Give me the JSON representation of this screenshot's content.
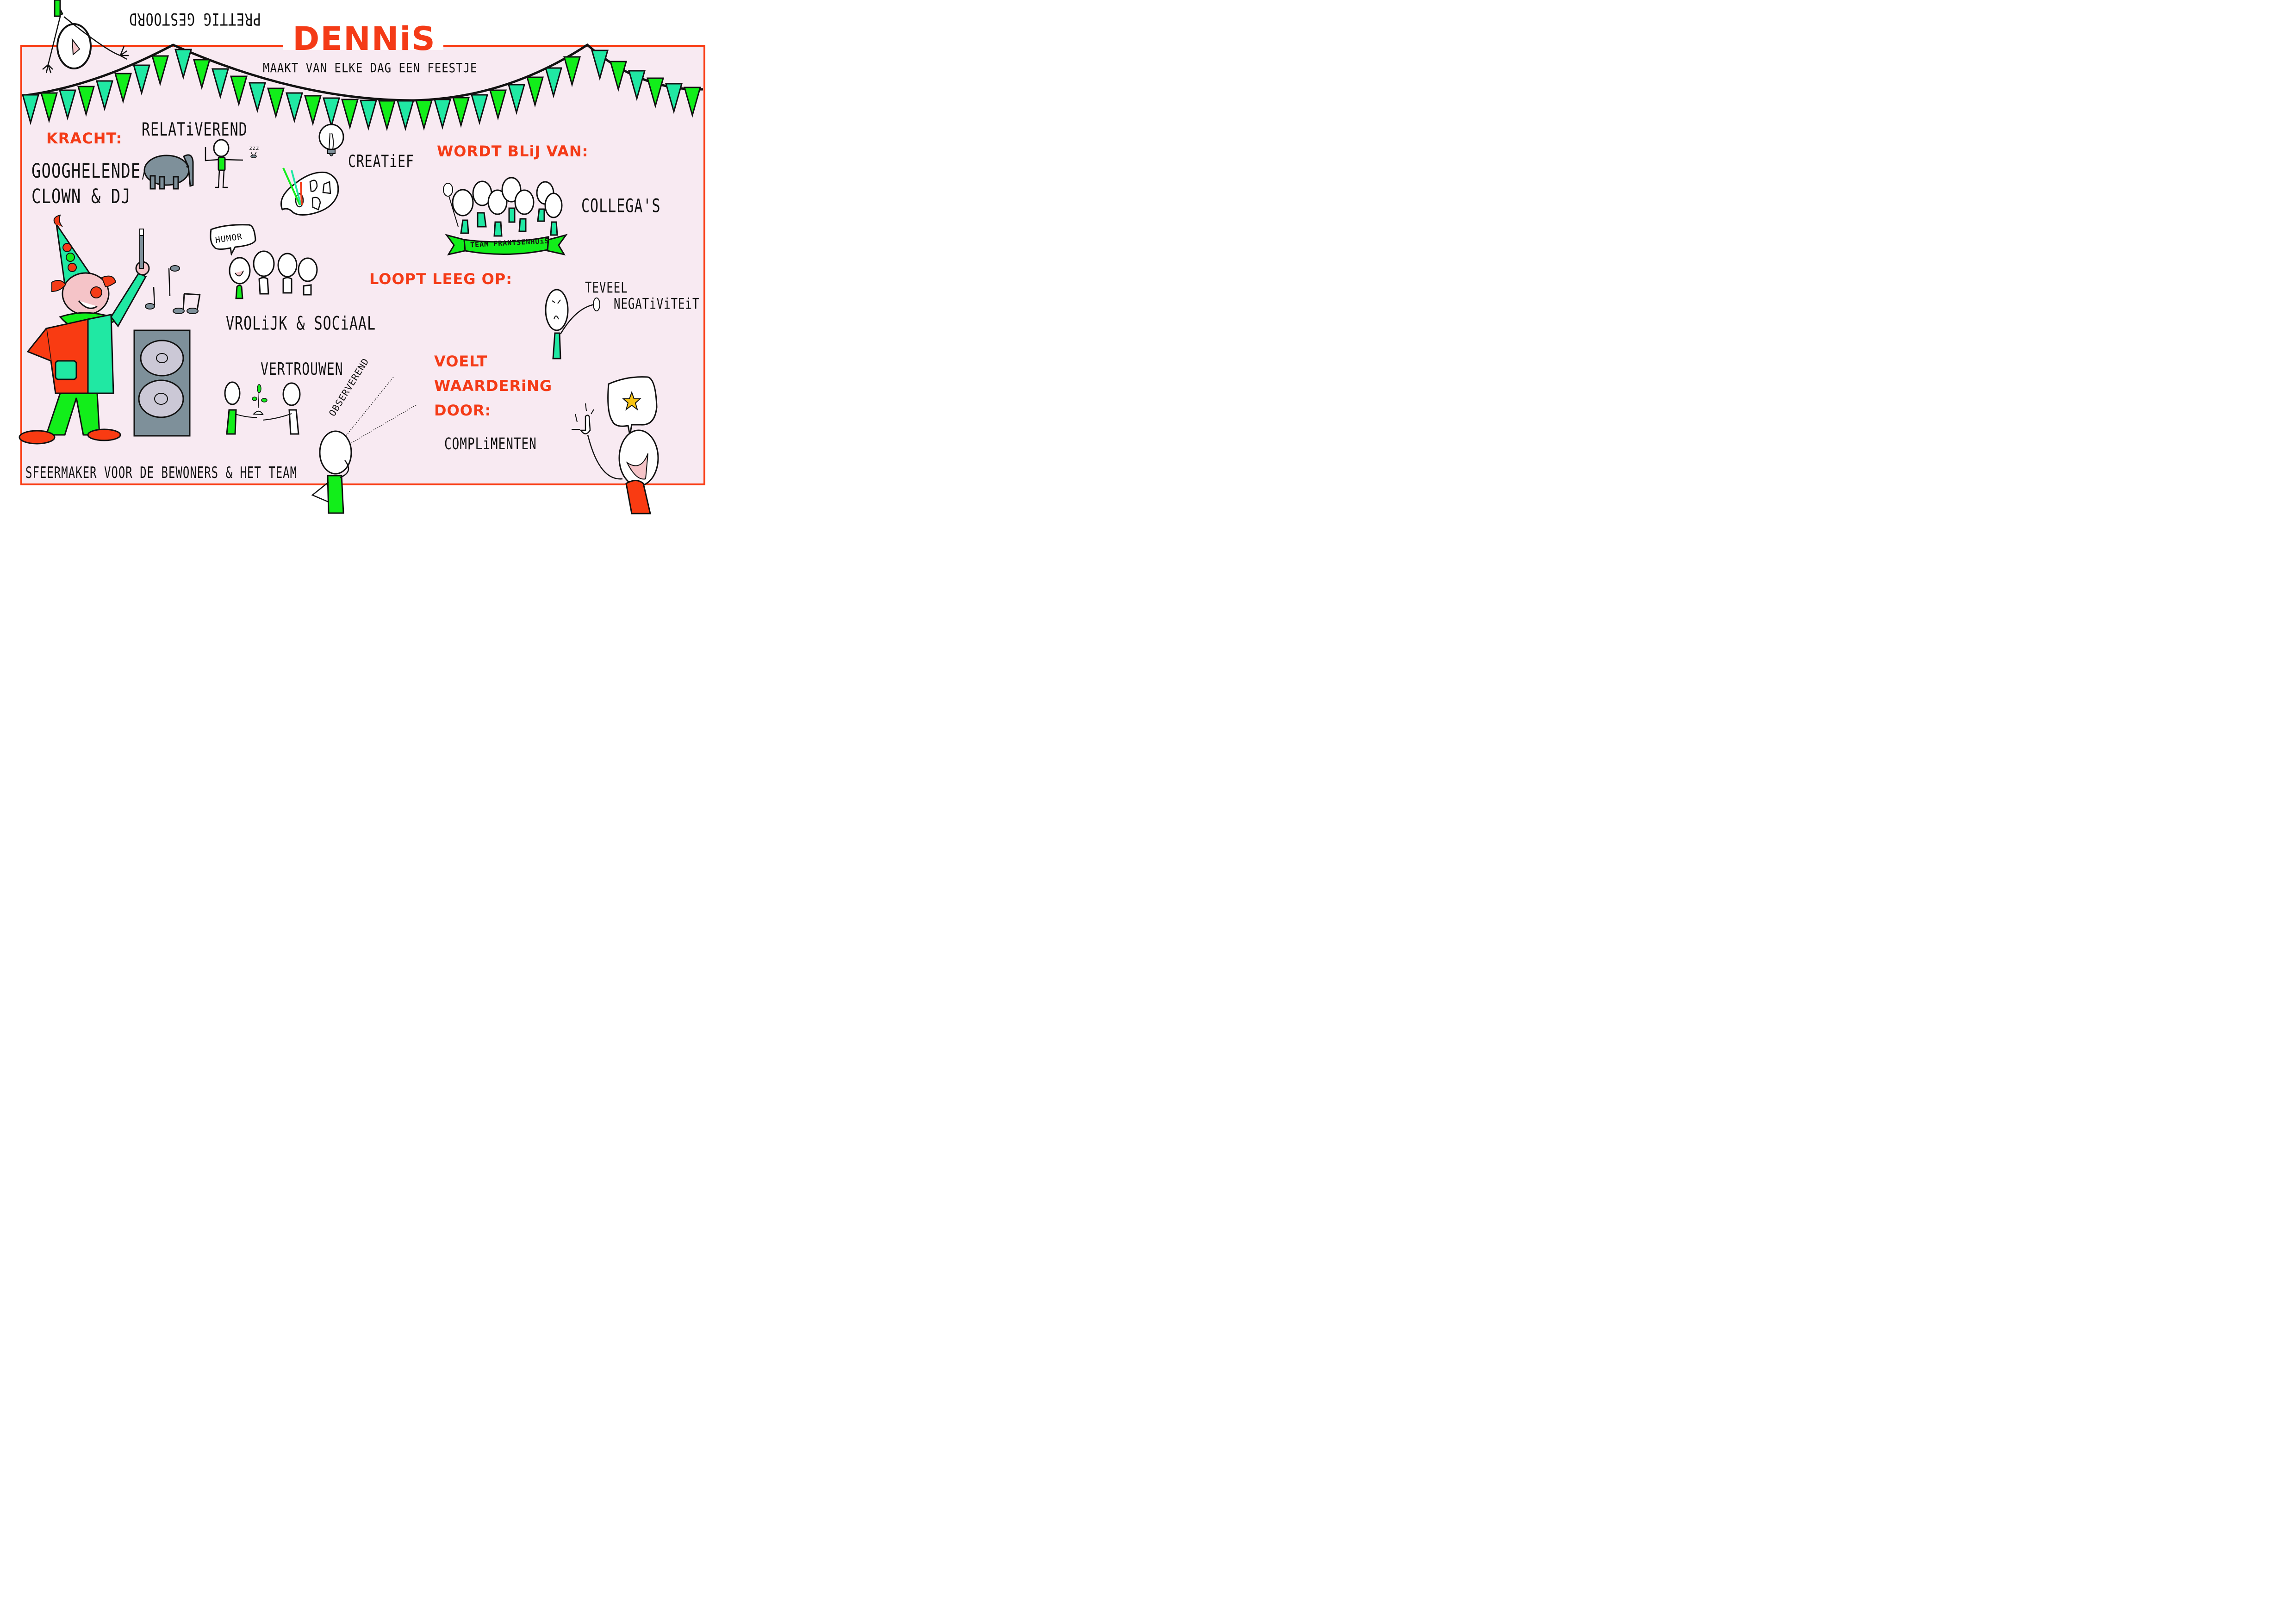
{
  "poster": {
    "title": "DENNiS",
    "subtitle": "MAAKT VAN ELKE DAG EEN FEESTJE",
    "upside_down_caption": "PRETTIG GESTOORD",
    "footer": "SFEERMAKER  VOOR DE BEWONERS & HET TEAM",
    "colors": {
      "accent_red": "#f43b17",
      "frame_border": "#f93b12",
      "background": "#f8eaf2",
      "green_bright": "#12ee1a",
      "green_mint": "#20e8a3",
      "grey": "#7e909a",
      "star_yellow": "#f7c414"
    }
  },
  "kracht": {
    "heading": "KRACHT:",
    "main_text": [
      "GOOGHELENDE",
      "CLOWN & DJ"
    ],
    "items": [
      {
        "label": "RELATiVEREND",
        "icon": "elephant-vs-mosquito-icon",
        "zzz": "zzz"
      },
      {
        "label": "CREATiEF",
        "icon": "lightbulb-palette-icon"
      },
      {
        "label": "HUMOR",
        "icon": "speech-bubble-icon"
      },
      {
        "label": "VROLiJK & SOCiAAL",
        "icon": "group-of-people-icon"
      },
      {
        "label": "VERTROUWEN",
        "icon": "plant-sharing-icon"
      },
      {
        "label": "OBSERVEREND",
        "icon": "observing-person-icon"
      }
    ]
  },
  "wordt_blij_van": {
    "heading": "WORDT BLiJ VAN:",
    "value": "COLLEGA'S",
    "banner": "TEAM FRANTSENHUiS"
  },
  "loopt_leeg_op": {
    "heading": "LOOPT LEEG OP:",
    "value": [
      "TEVEEL",
      "NEGATiViTEiT"
    ]
  },
  "voelt_waardering_door": {
    "heading": [
      "VOELT",
      "WAARDERiNG",
      "DOOR:"
    ],
    "value": "COMPLiMENTEN"
  }
}
